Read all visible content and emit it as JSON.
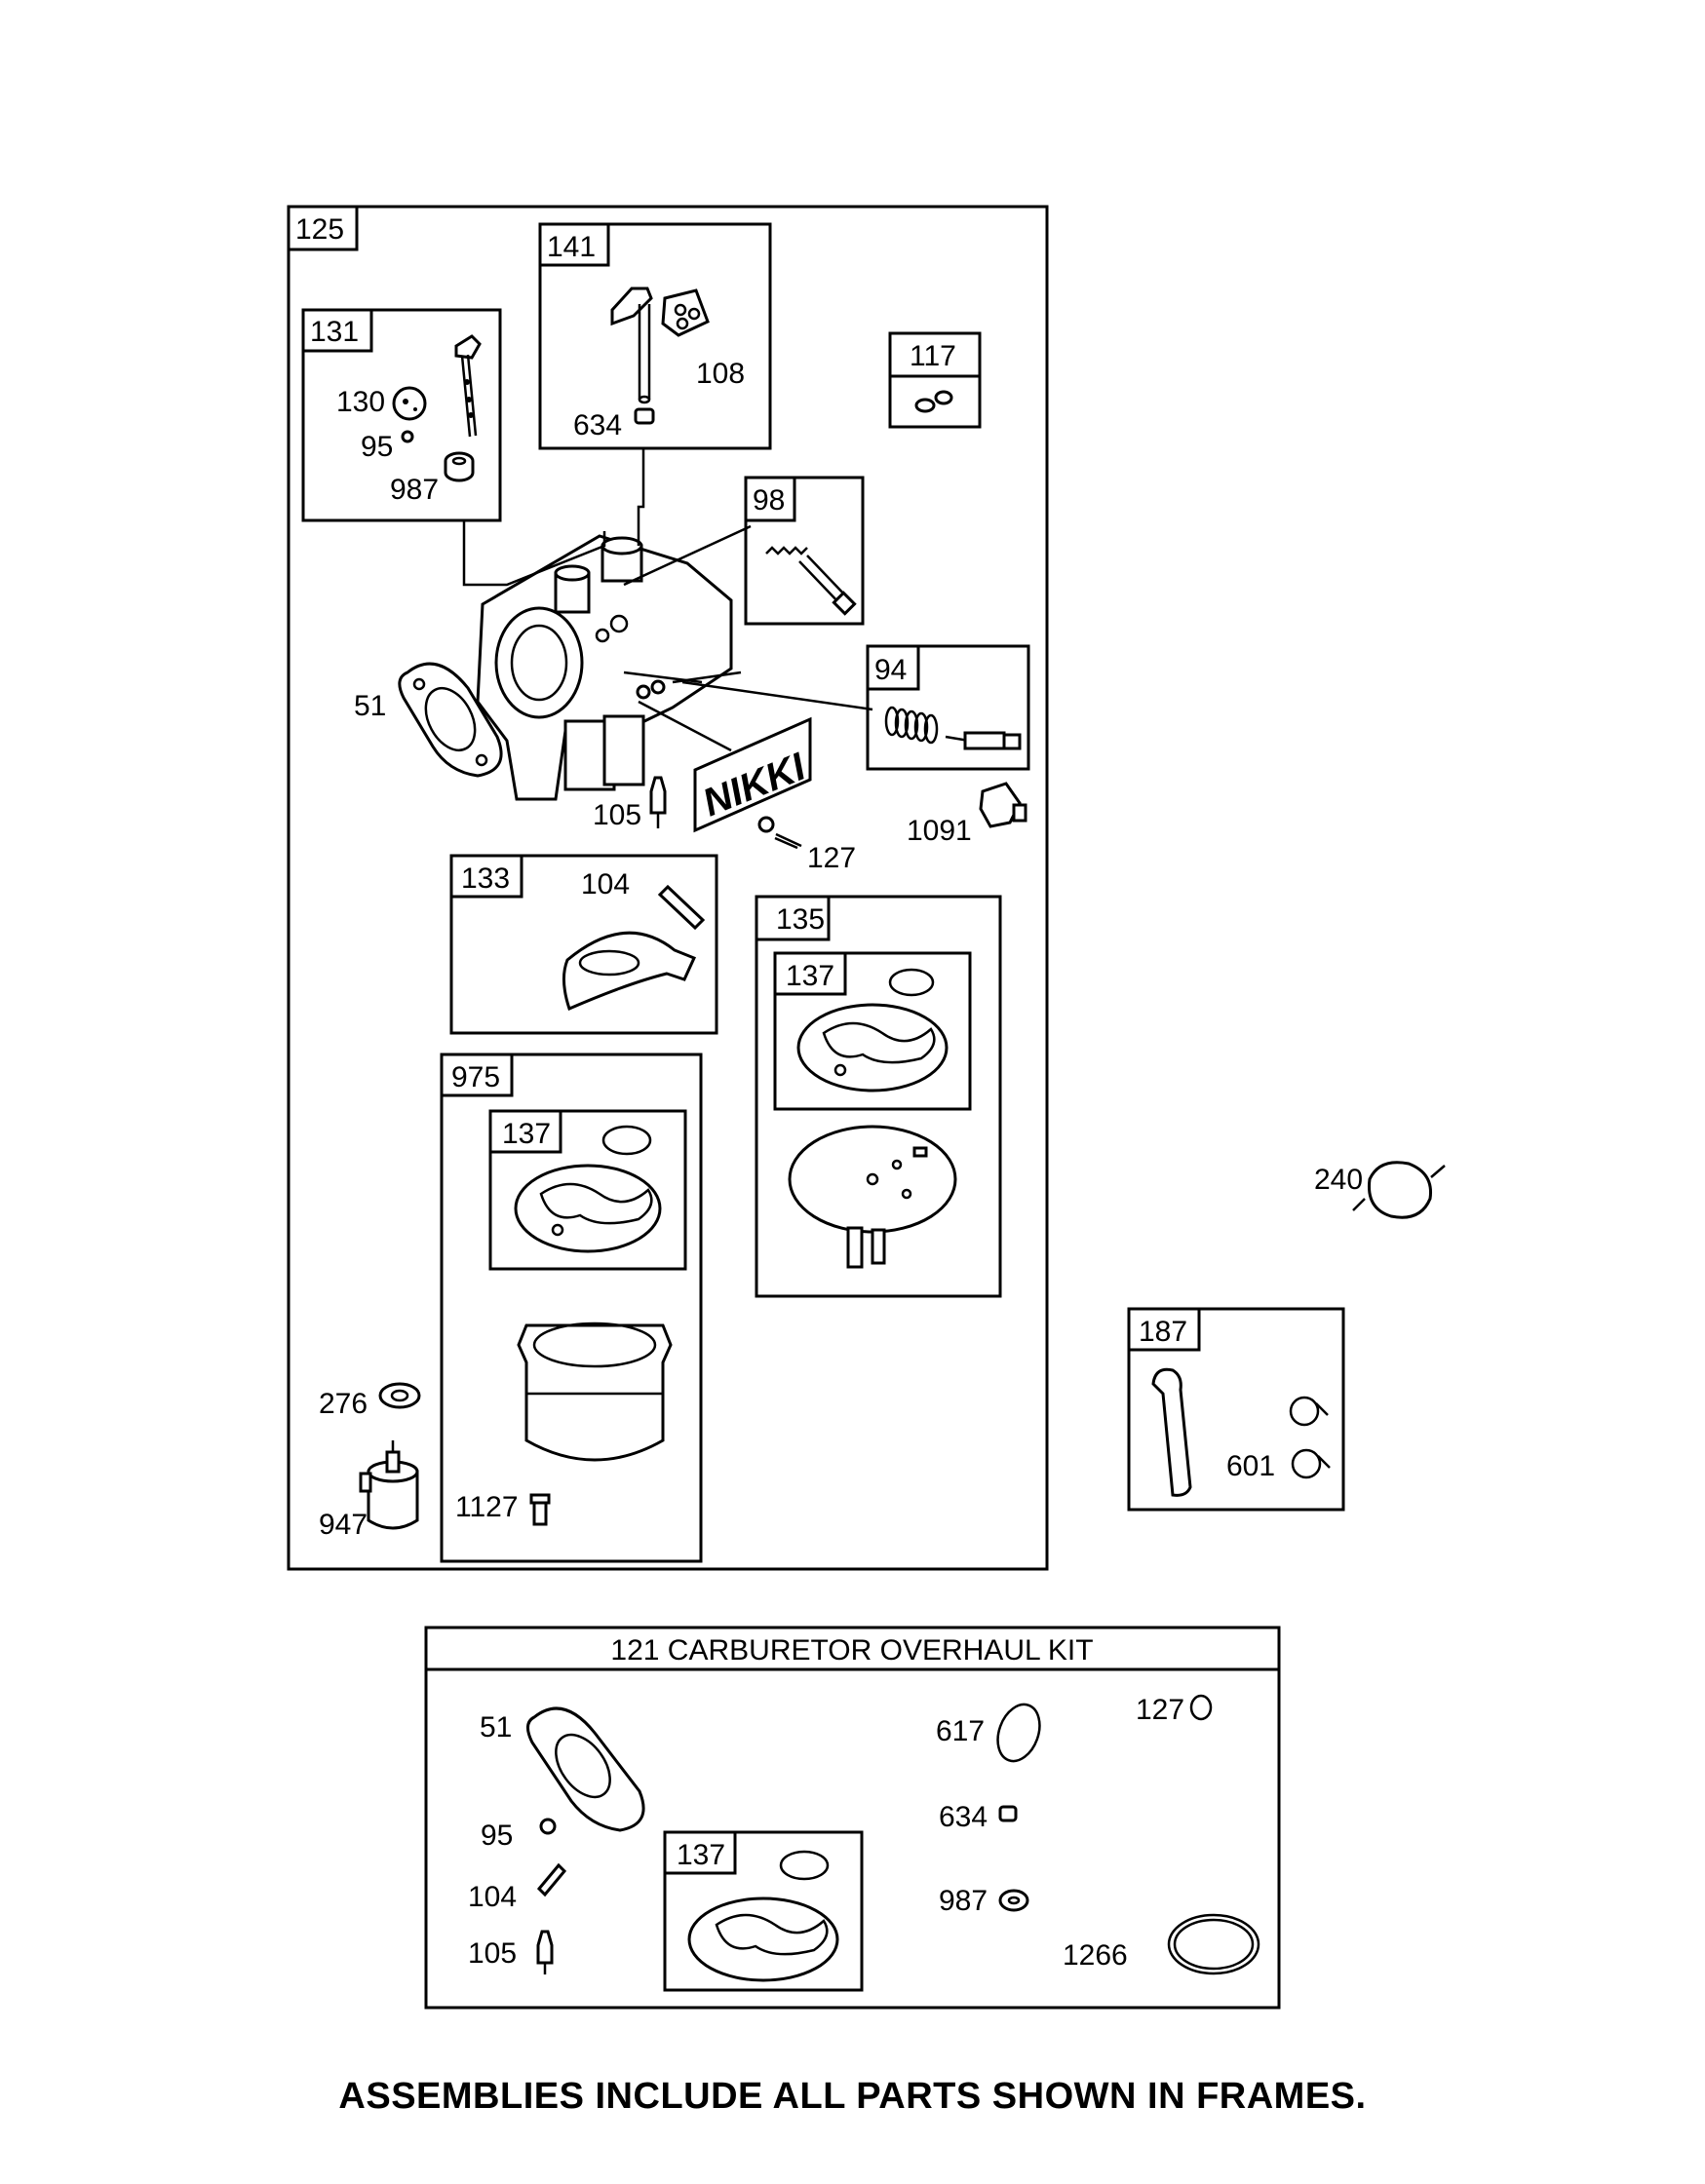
{
  "frames": {
    "f125": "125",
    "f131": "131",
    "f141": "141",
    "f117": "117",
    "f98": "98",
    "f94": "94",
    "f133": "133",
    "f135": "135",
    "f137a": "137",
    "f975": "975",
    "f137b": "137",
    "f187": "187",
    "f137c": "137"
  },
  "parts": {
    "p130": "130",
    "p95": "95",
    "p987": "987",
    "p108": "108",
    "p634": "634",
    "p51": "51",
    "p105": "105",
    "p127": "127",
    "p1091": "1091",
    "p104": "104",
    "p276": "276",
    "p947": "947",
    "p1127": "1127",
    "p240": "240",
    "p601": "601"
  },
  "logo": "NIKKI",
  "kit": {
    "title": "121 CARBURETOR OVERHAUL KIT",
    "k51": "51",
    "k95": "95",
    "k104": "104",
    "k105": "105",
    "k617": "617",
    "k127": "127",
    "k634": "634",
    "k987": "987",
    "k1266": "1266"
  },
  "footer": "ASSEMBLIES INCLUDE ALL PARTS SHOWN IN FRAMES."
}
